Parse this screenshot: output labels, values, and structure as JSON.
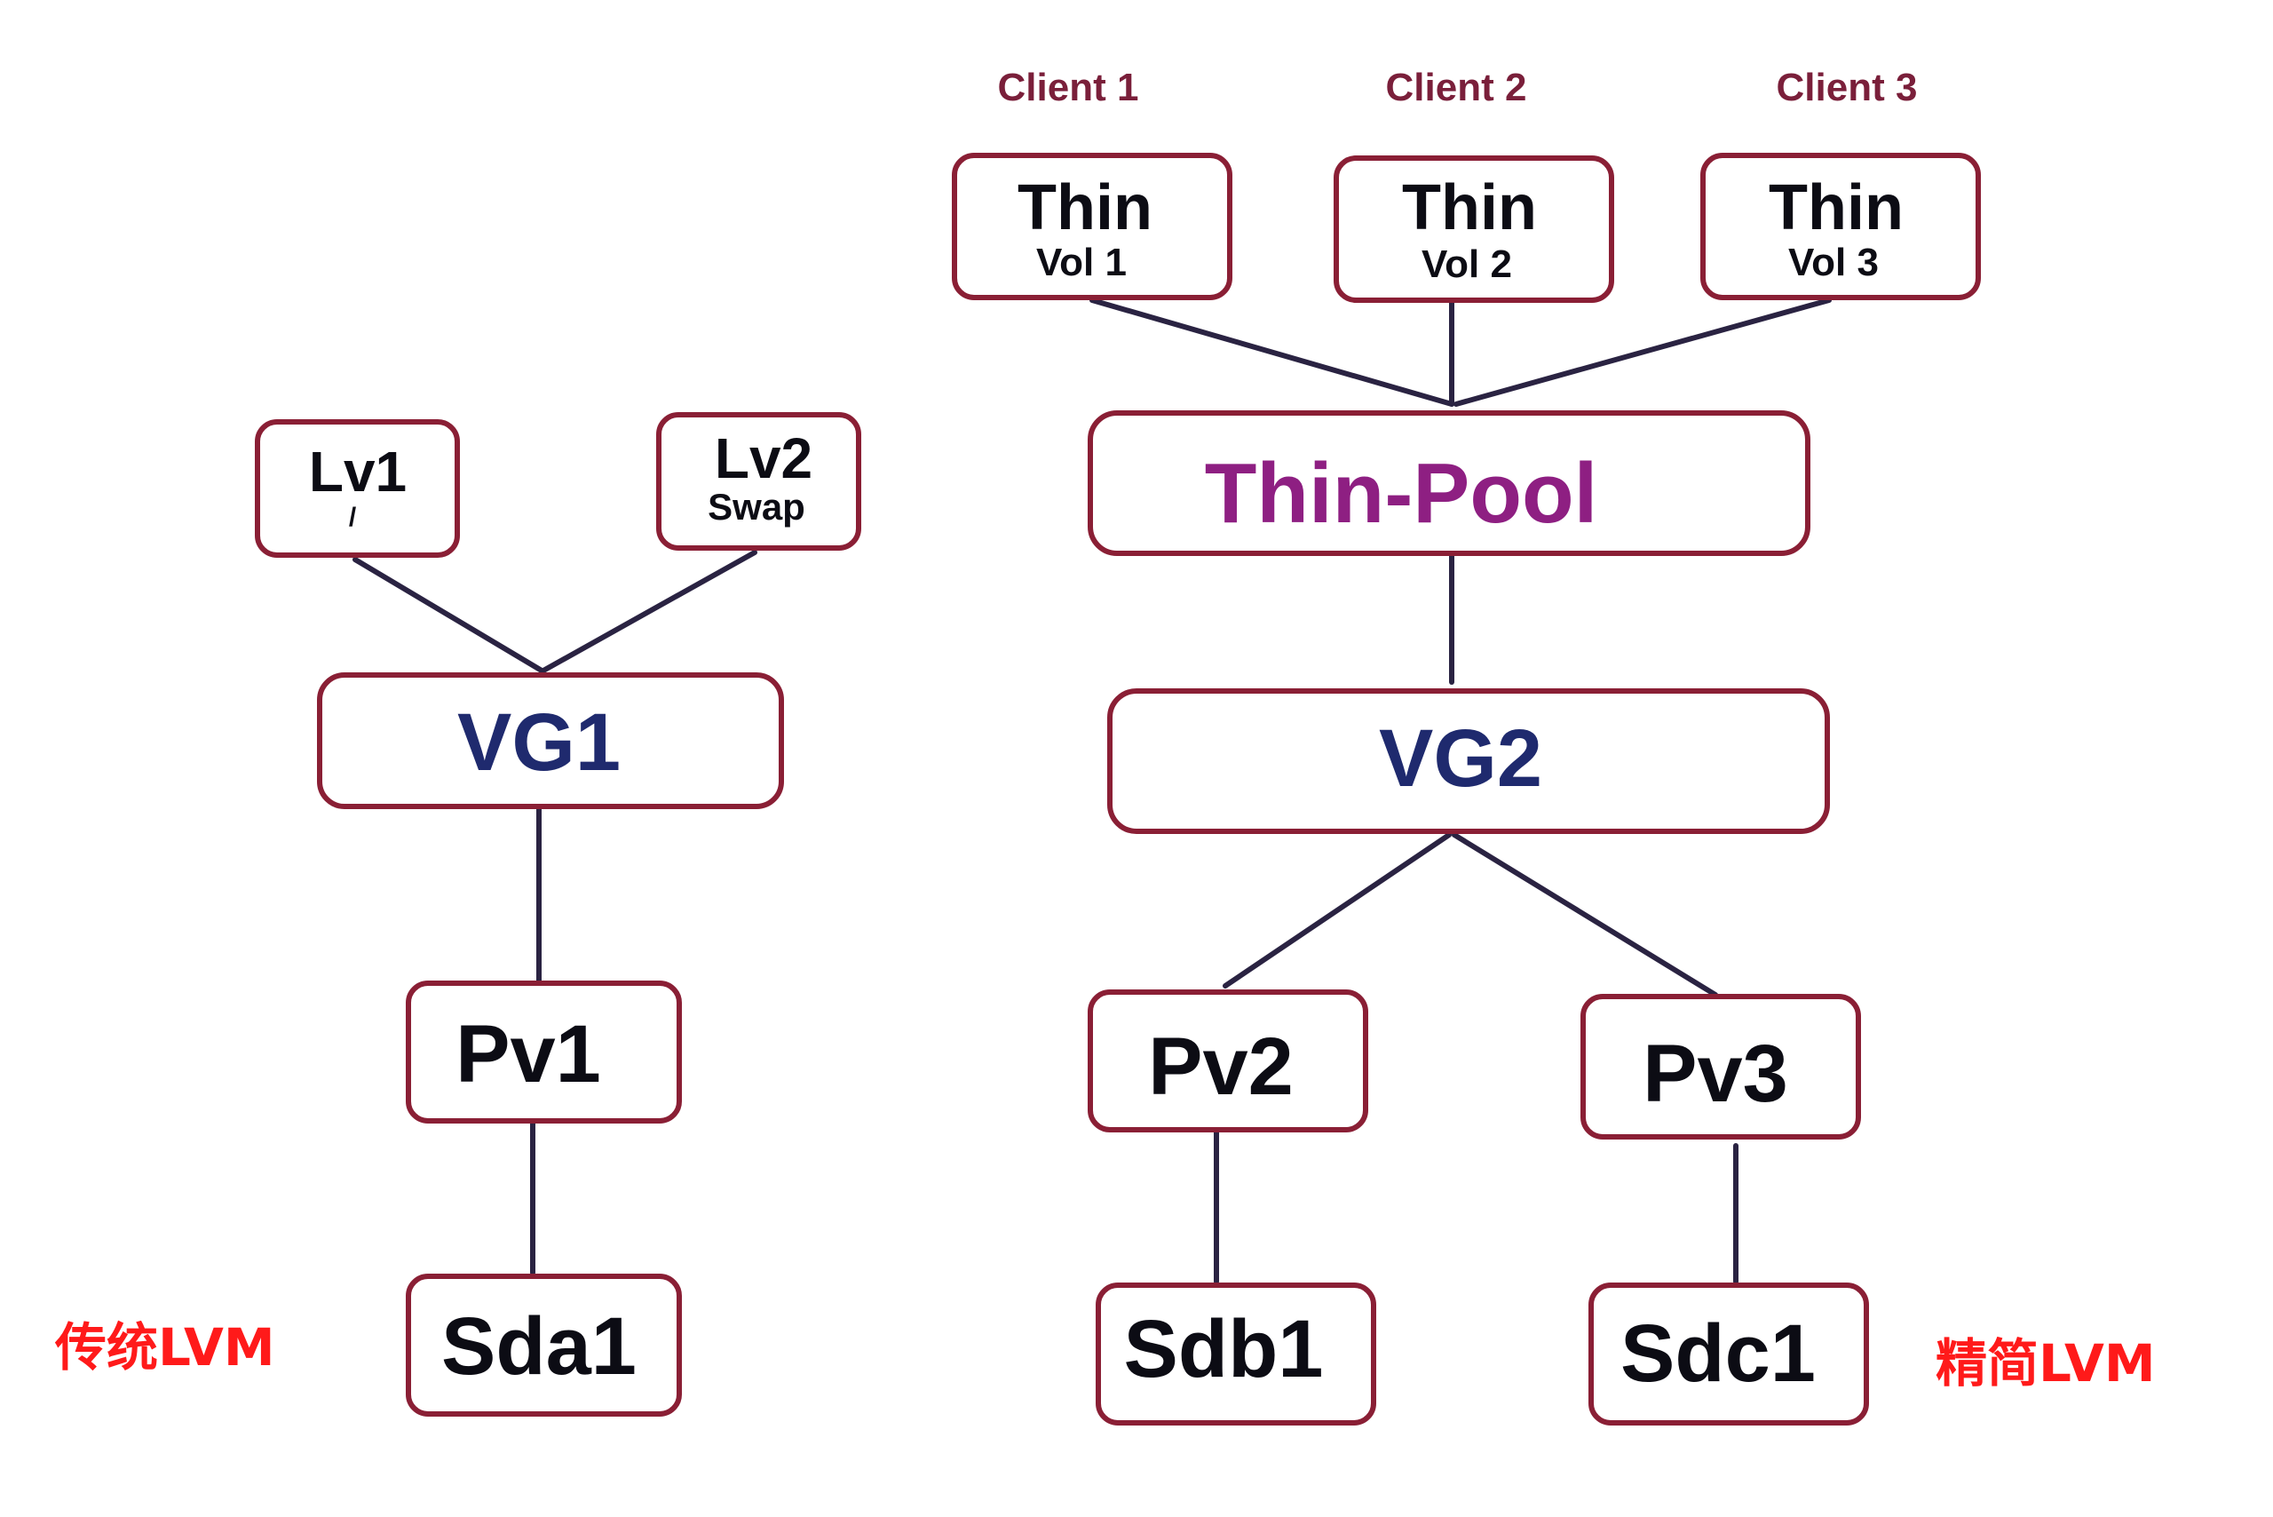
{
  "colors": {
    "box_border": "#8a1f35",
    "connector": "#2a2342",
    "node_text": "#0c0c14",
    "vg_text": "#1f2a6e",
    "pool_text": "#8e1f82",
    "client_text": "#7a1f3a",
    "legend_text": "#ff1a1a"
  },
  "traditional": {
    "legend": "传统LVM",
    "lv1": {
      "label": "Lv1",
      "sub": "/"
    },
    "lv2": {
      "label": "Lv2",
      "sub": "Swap"
    },
    "vg": "VG1",
    "pv": "Pv1",
    "disk": "Sda1"
  },
  "thin": {
    "legend": "精简LVM",
    "clients": [
      "Client 1",
      "Client 2",
      "Client 3"
    ],
    "volumes": [
      {
        "label": "Thin",
        "sub": "Vol 1"
      },
      {
        "label": "Thin",
        "sub": "Vol 2"
      },
      {
        "label": "Thin",
        "sub": "Vol 3"
      }
    ],
    "pool": "Thin-Pool",
    "vg": "VG2",
    "pvs": [
      "Pv2",
      "Pv3"
    ],
    "disks": [
      "Sdb1",
      "Sdc1"
    ]
  }
}
